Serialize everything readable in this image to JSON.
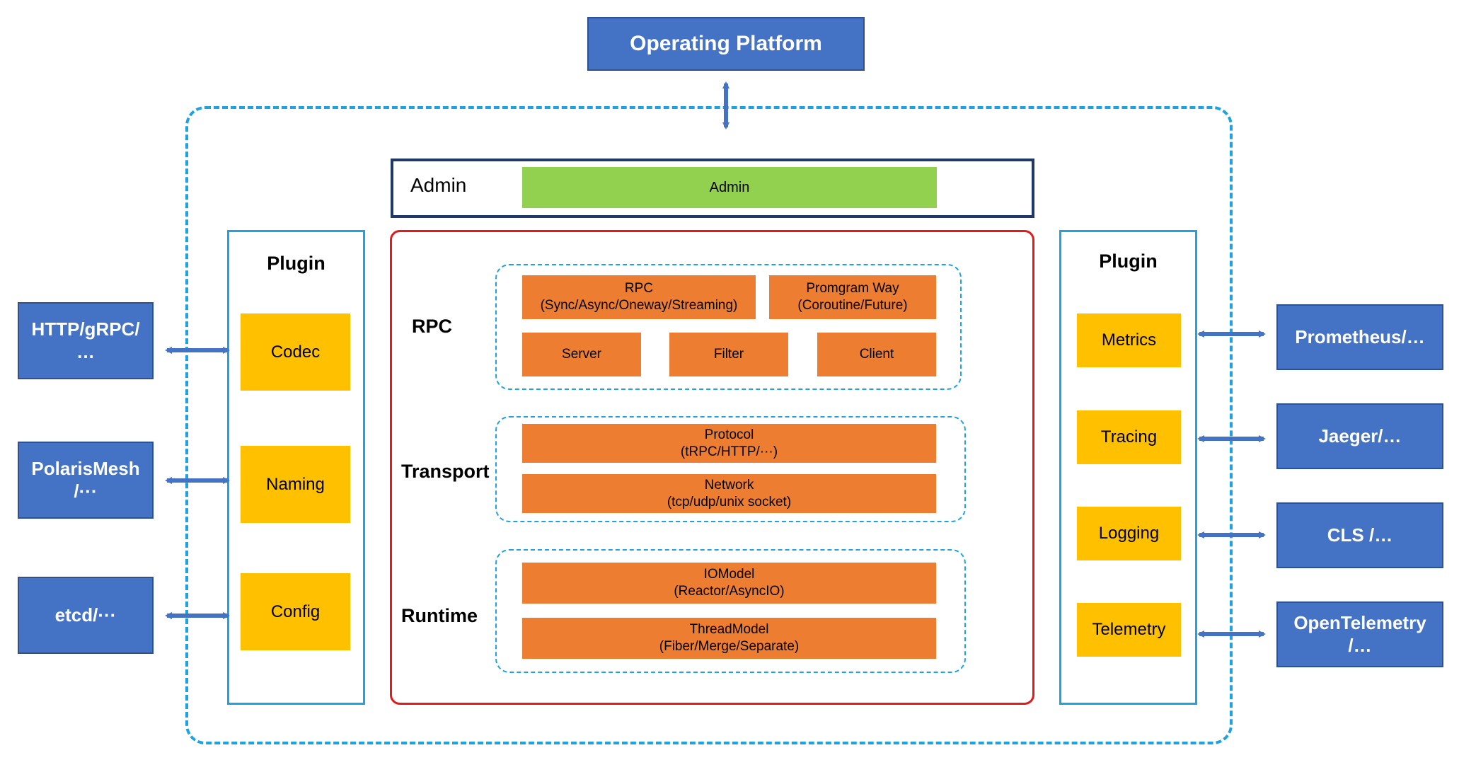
{
  "operating_platform": "Operating Platform",
  "admin": {
    "label": "Admin",
    "bar": "Admin"
  },
  "left_plugin": {
    "title": "Plugin",
    "items": [
      "Codec",
      "Naming",
      "Config"
    ]
  },
  "right_plugin": {
    "title": "Plugin",
    "items": [
      "Metrics",
      "Tracing",
      "Logging",
      "Telemetry"
    ]
  },
  "core": {
    "rpc": {
      "label": "RPC",
      "rpc_box": "RPC\n(Sync/Async/Oneway/Streaming)",
      "program_way": "Promgram Way\n(Coroutine/Future)",
      "server": "Server",
      "filter": "Filter",
      "client": "Client"
    },
    "transport": {
      "label": "Transport",
      "protocol": "Protocol\n(tRPC/HTTP/···)",
      "network": "Network\n(tcp/udp/unix socket)"
    },
    "runtime": {
      "label": "Runtime",
      "iomodel": "IOModel\n(Reactor/AsyncIO)",
      "threadmodel": "ThreadModel\n(Fiber/Merge/Separate)"
    }
  },
  "left_external": [
    "HTTP/gRPC/\n…",
    "PolarisMesh\n/···",
    "etcd/···"
  ],
  "right_external": [
    "Prometheus/…",
    "Jaeger/…",
    "CLS /…",
    "OpenTelemetry\n/…"
  ],
  "colors": {
    "platform_blue": "#4472c4",
    "outer_dash": "#1fa3e0",
    "admin_border": "#1f3864",
    "admin_green": "#92d050",
    "plugin_yellow": "#ffc000",
    "core_red": "#e01b1b",
    "component_orange": "#ed7d31",
    "arrow_blue": "#4472c4"
  }
}
